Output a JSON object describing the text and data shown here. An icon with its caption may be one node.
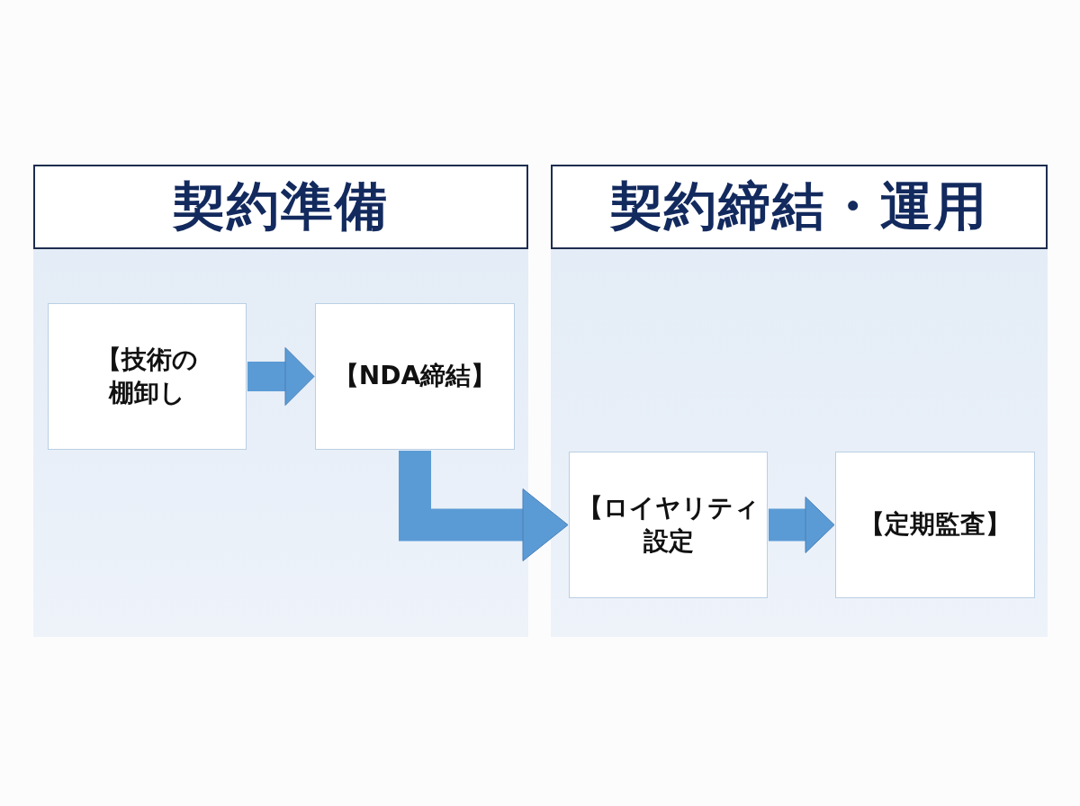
{
  "diagram": {
    "nodes": [
      {
        "text": [
          "契約準備"
        ]
      },
      {
        "text": [
          "【技術の棚卸し"
        ],
        "in": 0
      },
      {
        "text": [
          "【NDA締結】"
        ],
        "in": 0
      },
      {
        "text": [
          "契約締結・運用"
        ]
      },
      {
        "text": [
          "【ロイヤリティ設定"
        ],
        "in": 3
      },
      {
        "text": [
          "【定期監査】"
        ],
        "in": 3
      }
    ],
    "edges": [
      {
        "from": 1,
        "to": 2,
        "arrow": "to"
      },
      {
        "from": 2,
        "to": 4,
        "arrow": "to"
      },
      {
        "from": 4,
        "to": 5,
        "arrow": "to"
      }
    ]
  }
}
